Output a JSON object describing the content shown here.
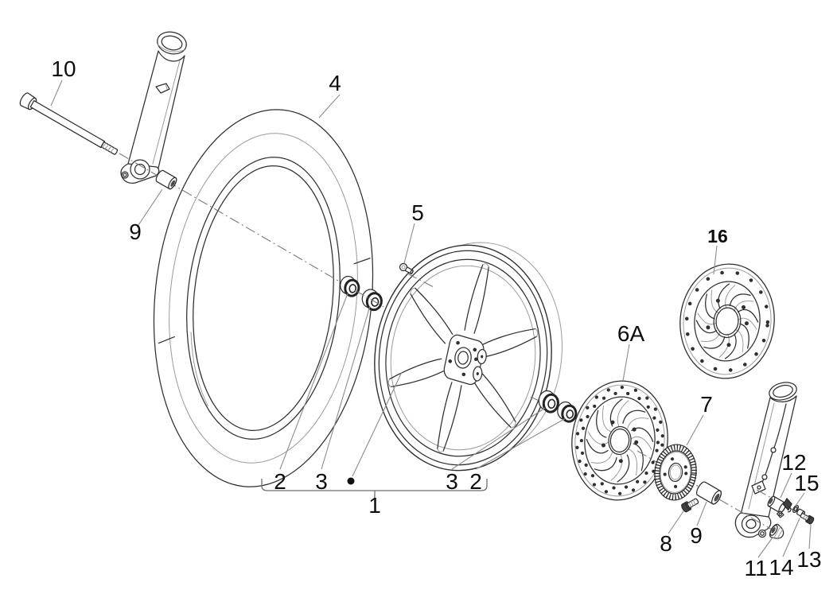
{
  "colors": {
    "background": "#ffffff",
    "line": "#2f2f2f",
    "line_light": "#9b9b9b",
    "centerline": "#7a7a7a",
    "label": "#0d0d0d"
  },
  "callouts": [
    {
      "name": "front-axle",
      "text": "10"
    },
    {
      "name": "axle-spacer-left",
      "text": "9"
    },
    {
      "name": "tyre",
      "text": "4"
    },
    {
      "name": "tyre-valve",
      "text": "5"
    },
    {
      "name": "oil-seal-left",
      "text": "2"
    },
    {
      "name": "ball-bearing-left",
      "text": "3"
    },
    {
      "name": "ball-bearing-right",
      "text": "3"
    },
    {
      "name": "oil-seal-right",
      "text": "2"
    },
    {
      "name": "front-wheel-assembly",
      "text": "1"
    },
    {
      "name": "brake-disc",
      "text": "6A"
    },
    {
      "name": "brake-disc-alt",
      "text": "16"
    },
    {
      "name": "abs-tone-wheel",
      "text": "7"
    },
    {
      "name": "tone-wheel-screw",
      "text": "8"
    },
    {
      "name": "axle-spacer-right",
      "text": "9"
    },
    {
      "name": "abs-sensor",
      "text": "12"
    },
    {
      "name": "sensor-washer",
      "text": "15"
    },
    {
      "name": "axle-nut",
      "text": "11"
    },
    {
      "name": "sensor-spacer",
      "text": "14"
    },
    {
      "name": "sensor-screw",
      "text": "13"
    }
  ]
}
